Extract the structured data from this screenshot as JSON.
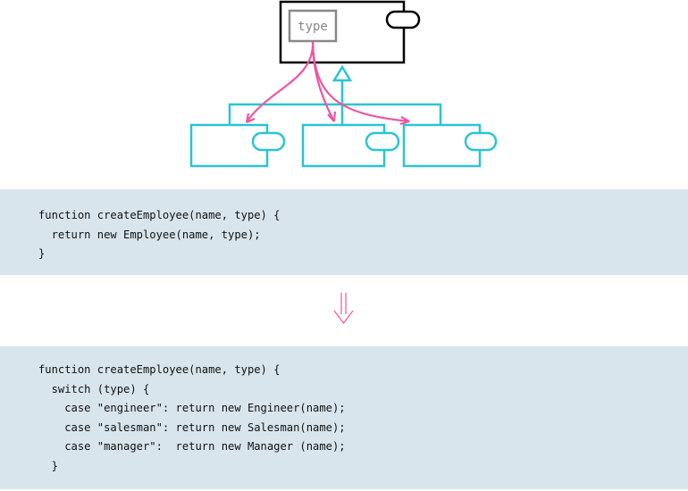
{
  "diagram": {
    "field_label": "type",
    "colors": {
      "superclass": "#000000",
      "field": "#888888",
      "subclass": "#2ac4d4",
      "relation": "#f0559f"
    }
  },
  "before_code": {
    "lines": [
      "function createEmployee(name, type) {",
      "  return new Employee(name, type);",
      "}"
    ]
  },
  "after_code": {
    "lines": [
      "function createEmployee(name, type) {",
      "  switch (type) {",
      "    case \"engineer\": return new Engineer(name);",
      "    case \"salesman\": return new Salesman(name);",
      "    case \"manager\":  return new Manager (name);",
      "  }"
    ]
  },
  "colors": {
    "code_background": "#d9e5ec",
    "transform_arrow": "#f0559f"
  }
}
